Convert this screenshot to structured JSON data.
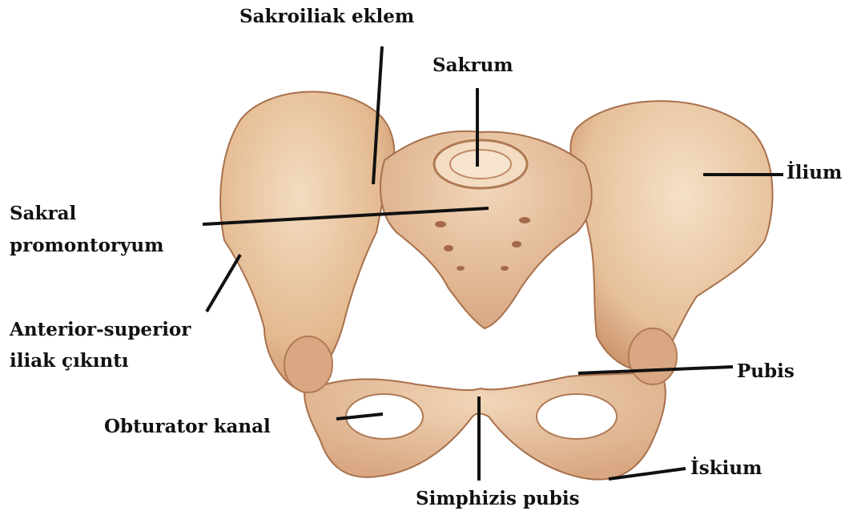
{
  "labels": {
    "sacroiliac": "Sakroiliak eklem",
    "sacrum": "Sakrum",
    "sacral_promontory_1": "Sakral",
    "sacral_promontory_2": "promontoryum",
    "ilium": "İlium",
    "asis_1": "Anterior-superior",
    "asis_2": "iliak çıkıntı",
    "pubis": "Pubis",
    "obturator": "Obturator kanal",
    "ischium": "İskium",
    "symphysis": "Simphizis pubis"
  },
  "colors": {
    "bone": "#e7c39d",
    "bone_light": "#f3dcc1",
    "bone_shadow": "#c9906a",
    "line": "#111111"
  }
}
